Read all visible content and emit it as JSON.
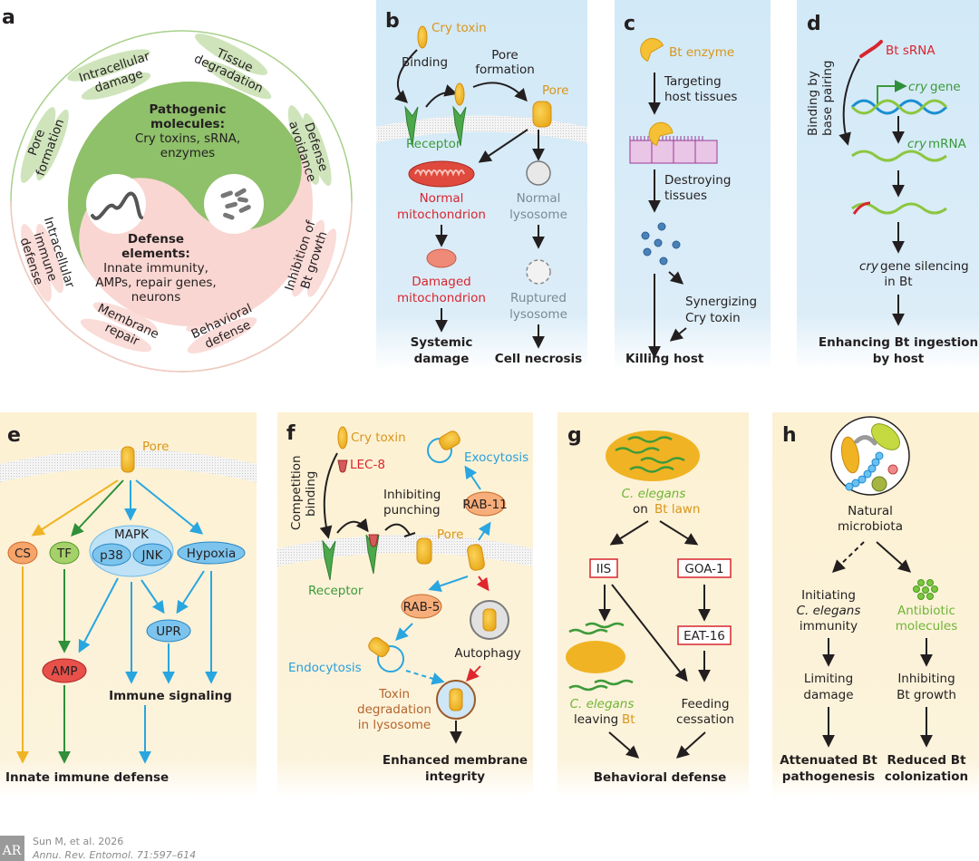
{
  "panel_labels": {
    "a": "a",
    "b": "b",
    "c": "c",
    "d": "d",
    "e": "e",
    "f": "f",
    "g": "g",
    "h": "h"
  },
  "a": {
    "outer_ring_green": [
      "Intracellular",
      "damage",
      "Tissue",
      "degradation",
      "Pore",
      "formation",
      "Defense",
      "avoidance"
    ],
    "outer_ring_pink": [
      "Intracellular",
      "immune",
      "defense",
      "Membrane",
      "repair",
      "Behavioral",
      "defense",
      "Inhibition of",
      "Bt growth"
    ],
    "pathogenic_title_1": "Pathogenic",
    "pathogenic_title_2": "molecules:",
    "pathogenic_body_1": "Cry toxins, sRNA,",
    "pathogenic_body_2": "enzymes",
    "defense_title_1": "Defense",
    "defense_title_2": "elements:",
    "defense_body_1": "Innate immunity,",
    "defense_body_2": "AMPs, repair genes,",
    "defense_body_3": "neurons",
    "icons": [
      "nematode-icon",
      "bacteria-icon"
    ]
  },
  "b": {
    "cry_toxin": "Cry toxin",
    "binding": "Binding",
    "pore_formation_1": "Pore",
    "pore_formation_2": "formation",
    "pore": "Pore",
    "receptor": "Receptor",
    "normal_mito_1": "Normal",
    "normal_mito_2": "mitochondrion",
    "normal_lyso_1": "Normal",
    "normal_lyso_2": "lysosome",
    "damaged_mito_1": "Damaged",
    "damaged_mito_2": "mitochondrion",
    "ruptured_lyso_1": "Ruptured",
    "ruptured_lyso_2": "lysosome",
    "systemic_1": "Systemic",
    "systemic_2": "damage",
    "necrosis": "Cell necrosis"
  },
  "c": {
    "bt_enzyme": "Bt enzyme",
    "targeting_1": "Targeting",
    "targeting_2": "host tissues",
    "destroying_1": "Destroying",
    "destroying_2": "tissues",
    "synergizing_1": "Synergizing",
    "synergizing_2": "Cry toxin",
    "killing": "Killing host"
  },
  "d": {
    "bt_srna": "Bt sRNA",
    "binding_1": "Binding by",
    "binding_2": "base pairing",
    "cry_gene_italic": "cry",
    "cry_gene_rest": " gene",
    "cry_mrna_italic": "cry",
    "cry_mrna_rest": " mRNA",
    "silencing_italic": "cry",
    "silencing_rest": " gene silencing",
    "silencing_2": "in Bt",
    "enhancing_1": "Enhancing Bt ingestion",
    "enhancing_2": "by host"
  },
  "e": {
    "pore": "Pore",
    "cs": "CS",
    "tf": "TF",
    "mapk": "MAPK",
    "p38": "p38",
    "jnk": "JNK",
    "hypoxia": "Hypoxia",
    "upr": "UPR",
    "amp": "AMP",
    "immune_signaling": "Immune signaling",
    "innate": "Innate immune defense"
  },
  "f": {
    "cry_toxin": "Cry toxin",
    "lec8": "LEC-8",
    "competition_1": "Competition",
    "competition_2": "binding",
    "inhibiting_1": "Inhibiting",
    "inhibiting_2": "punching",
    "pore": "Pore",
    "exocytosis": "Exocytosis",
    "rab11": "RAB-11",
    "receptor": "Receptor",
    "rab5": "RAB-5",
    "autophagy": "Autophagy",
    "endocytosis": "Endocytosis",
    "toxin_1": "Toxin",
    "toxin_2": "degradation",
    "toxin_3": "in lysosome",
    "enhanced_1": "Enhanced membrane",
    "enhanced_2": "integrity"
  },
  "g": {
    "celegans": "C. elegans",
    "on": "on ",
    "bt_lawn": "Bt lawn",
    "iis": "IIS",
    "goa1": "GOA-1",
    "eat16": "EAT-16",
    "leaving_celegans": "C. elegans",
    "leaving": "leaving ",
    "leaving_bt": "Bt",
    "feeding_1": "Feeding",
    "feeding_2": "cessation",
    "behavioral": "Behavioral defense"
  },
  "h": {
    "natural_1": "Natural",
    "natural_2": "microbiota",
    "initiating_1": "Initiating",
    "initiating_2": "C. elegans",
    "initiating_3": "immunity",
    "antibiotic_1": "Antibiotic",
    "antibiotic_2": "molecules",
    "limiting_1": "Limiting",
    "limiting_2": "damage",
    "inhibiting_1": "Inhibiting",
    "inhibiting_2": "Bt growth",
    "attenuated_1": "Attenuated Bt",
    "attenuated_2": "pathogenesis",
    "reduced_1": "Reduced Bt",
    "reduced_2": "colonization"
  },
  "footer": {
    "logo": "AR",
    "citation_1": "Sun M, et al. 2026",
    "citation_2": "Annu. Rev. Entomol. 71:597–614"
  },
  "colors": {
    "panel_blue": "#d6ecf8",
    "panel_yellow": "#fcf1d4",
    "green_ring": "#a8d08a",
    "pink_ring": "#f6c9c5",
    "toxin_orange": "#f0b323",
    "arrow_blue": "#29a6e0"
  }
}
